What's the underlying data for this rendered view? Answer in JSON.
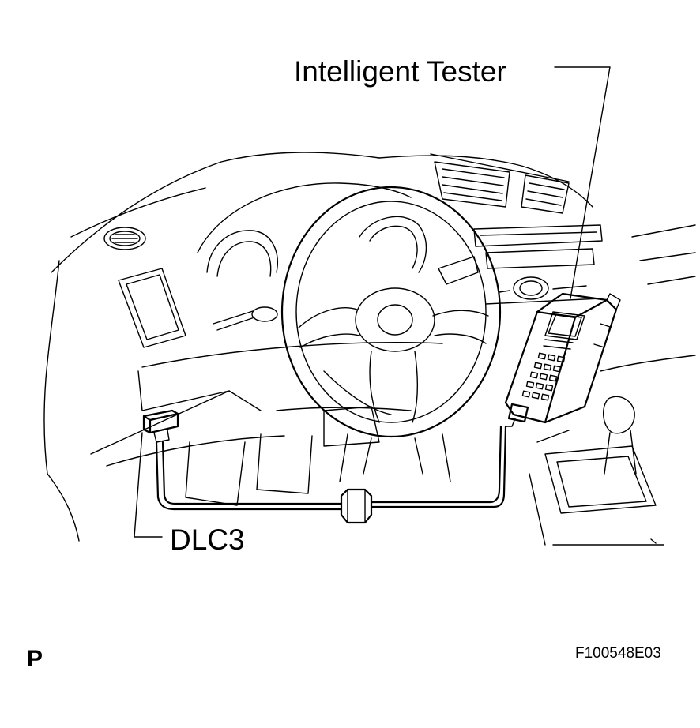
{
  "labels": {
    "tester": "Intelligent Tester",
    "dlc3": "DLC3",
    "corner_mark": "P",
    "figure_code": "F100548E03"
  },
  "colors": {
    "line": "#000000",
    "background": "#ffffff"
  }
}
